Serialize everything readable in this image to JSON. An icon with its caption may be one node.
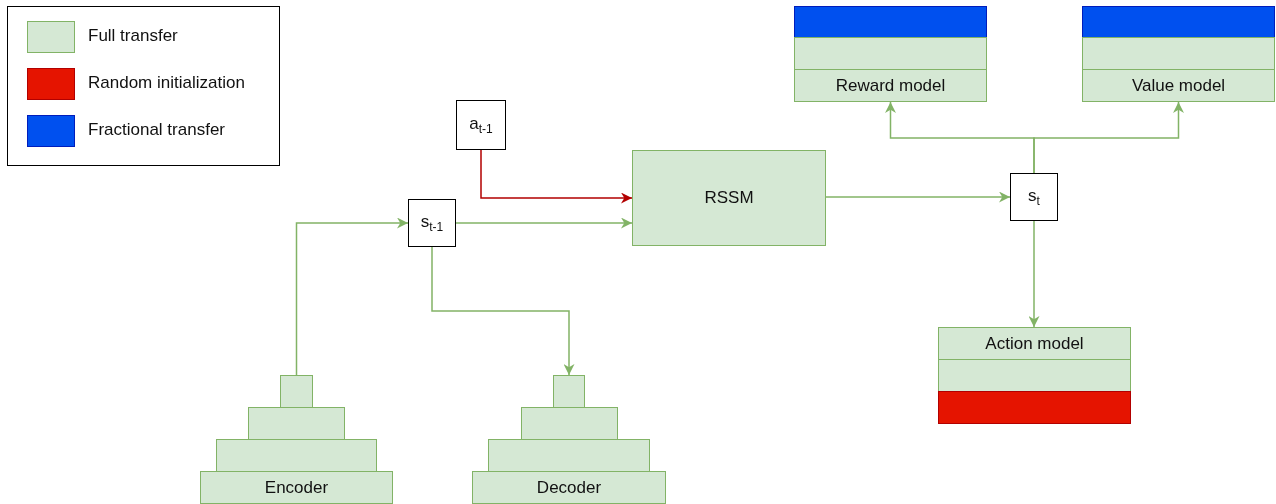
{
  "diagram": {
    "nodes": [
      {
        "text": [],
        "shape": "box"
      },
      {
        "text": [],
        "shape": "box"
      },
      {
        "text": [
          "Reward model"
        ]
      },
      {
        "text": [],
        "shape": "box"
      },
      {
        "text": [],
        "shape": "box"
      },
      {
        "text": [
          "Value model"
        ]
      },
      {
        "text": [
          "a$_{t-1}$"
        ]
      },
      {
        "text": [
          "RSSM"
        ]
      },
      {
        "text": [
          "s$_{t}$"
        ]
      },
      {
        "text": [
          "s$_{t-1}$"
        ]
      },
      {
        "text": [
          "Action model"
        ]
      },
      {
        "text": [],
        "shape": "box"
      },
      {
        "text": [],
        "shape": "box"
      },
      {
        "text": [],
        "shape": "box"
      },
      {
        "text": [],
        "shape": "box"
      },
      {
        "text": [],
        "shape": "box"
      },
      {
        "text": [
          "Encoder"
        ]
      },
      {
        "text": [],
        "shape": "box"
      },
      {
        "text": [],
        "shape": "box"
      },
      {
        "text": [],
        "shape": "box"
      },
      {
        "text": [
          "Decoder"
        ]
      }
    ],
    "edges": [
      {
        "from": 13,
        "to": 9,
        "arrow": "to"
      },
      {
        "from": 6,
        "to": 7,
        "arrow": "to",
        "color": "#b20000"
      },
      {
        "from": 9,
        "to": 7,
        "arrow": "to"
      },
      {
        "from": 7,
        "to": 8,
        "arrow": "to"
      },
      {
        "from": 8,
        "to": 2,
        "arrow": "to"
      },
      {
        "from": 8,
        "to": 5,
        "arrow": "to"
      },
      {
        "from": 8,
        "to": 10,
        "arrow": "to"
      },
      {
        "from": 9,
        "to": 17,
        "arrow": "to"
      }
    ],
    "legend": [
      {
        "text": "Full transfer",
        "color": "#d5e8d4"
      },
      {
        "text": "Random initialization",
        "color": "#e51400"
      },
      {
        "text": "Fractional transfer",
        "color": "#0050ef"
      }
    ]
  }
}
